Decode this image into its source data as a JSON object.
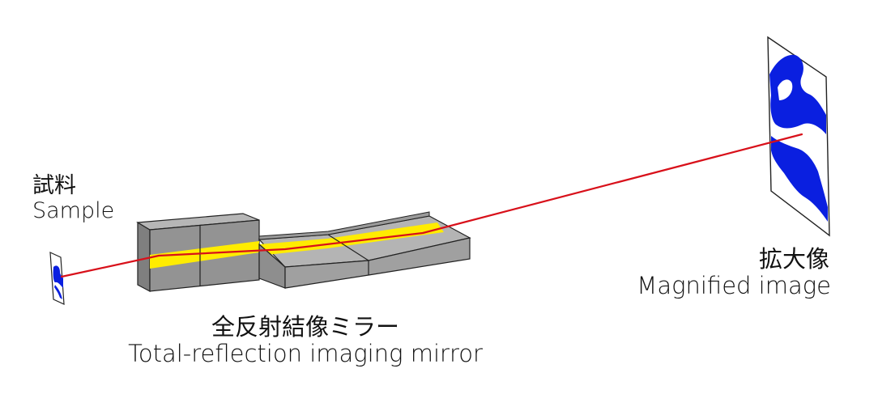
{
  "sample": {
    "label_jp": "試料",
    "label_en": "Sample"
  },
  "mirror": {
    "label_jp": "全反射結像ミラー",
    "label_en": "Total-reflection imaging mirror"
  },
  "magnified_image": {
    "label_jp": "拡大像",
    "label_en": "Magnified image"
  },
  "colors": {
    "beam": "#d8101a",
    "reflection_band": "#ffec00",
    "mirror_front": "#8f8f8f",
    "mirror_top": "#b4b4b4",
    "mirror_side": "#a2a2a2",
    "pattern": "#0a1fe0"
  }
}
